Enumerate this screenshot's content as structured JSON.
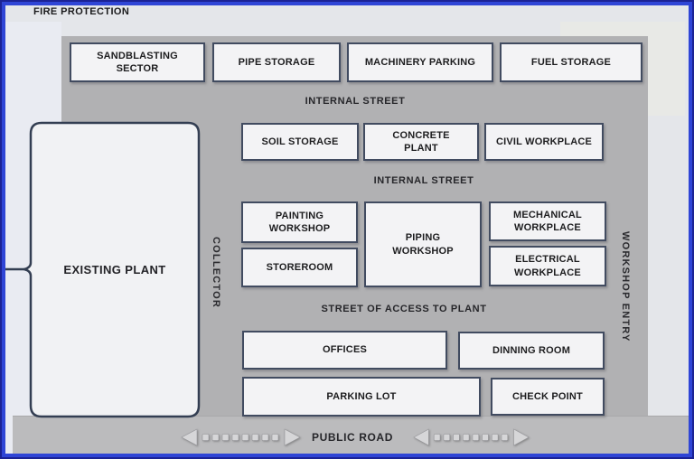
{
  "frame": {
    "fire_protection": "FIRE PROTECTION"
  },
  "streets": {
    "internal_top": "INTERNAL STREET",
    "internal_mid": "INTERNAL STREET",
    "access": "STREET OF ACCESS TO PLANT",
    "public_road": "PUBLIC ROAD"
  },
  "vertical": {
    "collector": "COLLECTOR",
    "workshop_entry": "WORKSHOP ENTRY"
  },
  "existing_plant": {
    "label": "EXISTING PLANT"
  },
  "blocks": [
    {
      "id": "sandblasting-sector",
      "label": "SANDBLASTING SECTOR"
    },
    {
      "id": "pipe-storage",
      "label": "PIPE STORAGE"
    },
    {
      "id": "machinery-parking",
      "label": "MACHINERY PARKING"
    },
    {
      "id": "fuel-storage",
      "label": "FUEL STORAGE"
    },
    {
      "id": "soil-storage",
      "label": "SOIL STORAGE"
    },
    {
      "id": "concrete-plant",
      "label": "CONCRETE PLANT"
    },
    {
      "id": "civil-workplace",
      "label": "CIVIL WORKPLACE"
    },
    {
      "id": "painting-workshop",
      "label": "PAINTING WORKSHOP"
    },
    {
      "id": "storeroom",
      "label": "STOREROOM"
    },
    {
      "id": "piping-workshop",
      "label": "PIPING WORKSHOP"
    },
    {
      "id": "mechanical-workplace",
      "label": "MECHANICAL WORKPLACE"
    },
    {
      "id": "electrical-workplace",
      "label": "ELECTRICAL WORKPLACE"
    },
    {
      "id": "offices",
      "label": "OFFICES"
    },
    {
      "id": "dinning-room",
      "label": "DINNING ROOM"
    },
    {
      "id": "parking-lot",
      "label": "PARKING LOT"
    },
    {
      "id": "check-point",
      "label": "CHECK POINT"
    }
  ],
  "colors": {
    "frame_blue": "#2f45d6",
    "frame_dark": "#1b2294",
    "panel_gray": "#b1b1b3",
    "road_gray": "#bbbbbd",
    "box_fill": "#f3f3f5",
    "box_border": "#414b60",
    "background": "#e4e6ea"
  }
}
